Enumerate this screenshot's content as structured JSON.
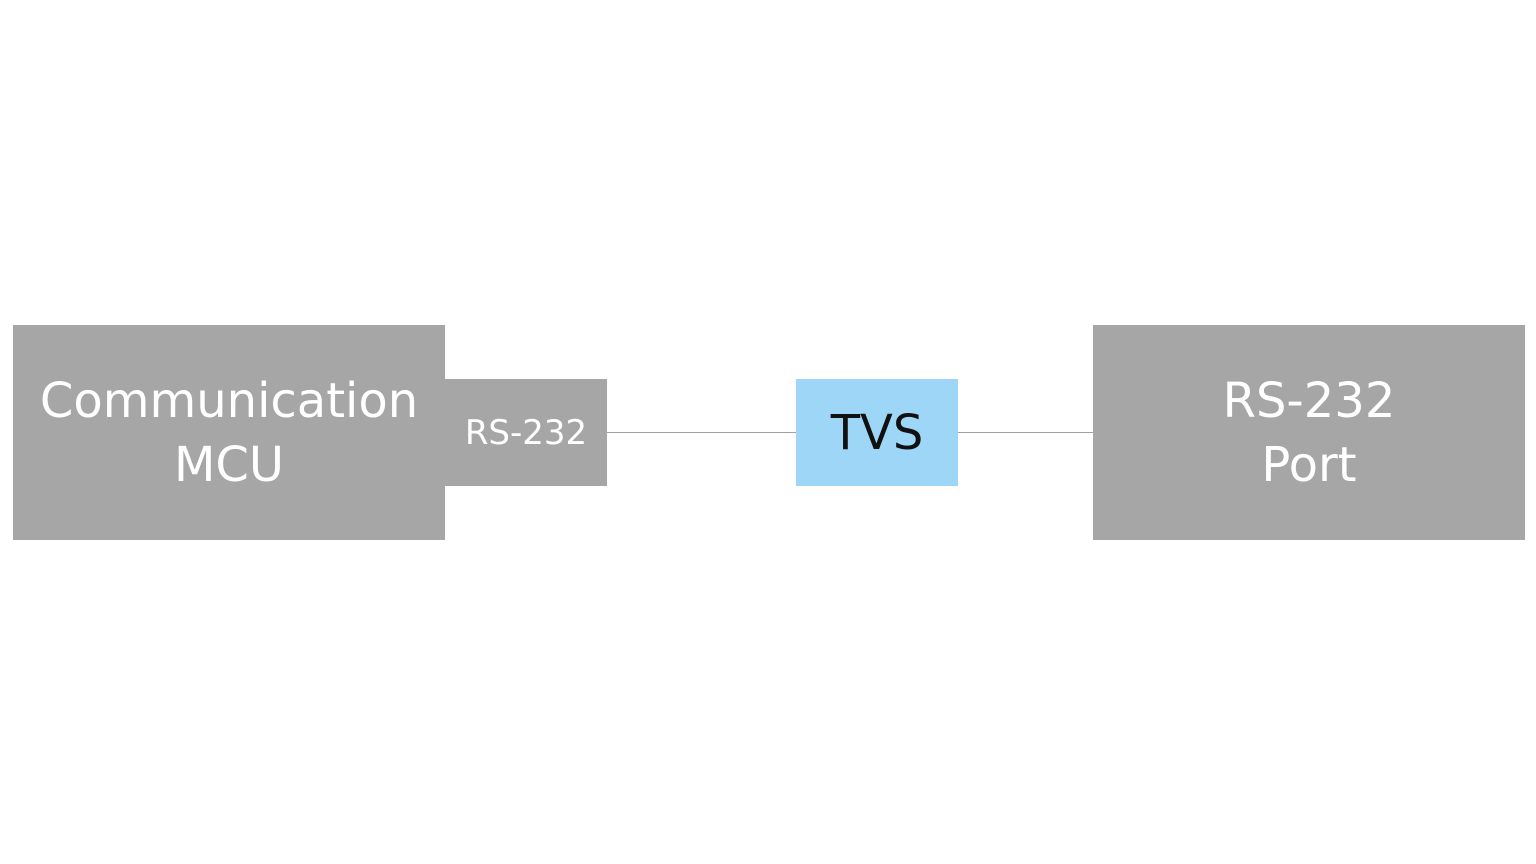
{
  "blocks": {
    "mcu": {
      "line1": "Communication",
      "line2": "MCU",
      "interface": "RS-232"
    },
    "tvs": {
      "label": "TVS"
    },
    "port": {
      "line1": "RS-232",
      "line2": "Port"
    }
  },
  "colors": {
    "block_gray": "#a6a6a6",
    "tvs_blue": "#9dd6f7",
    "wire": "#a0a0a0",
    "text_light": "#ffffff",
    "text_dark": "#111111"
  }
}
